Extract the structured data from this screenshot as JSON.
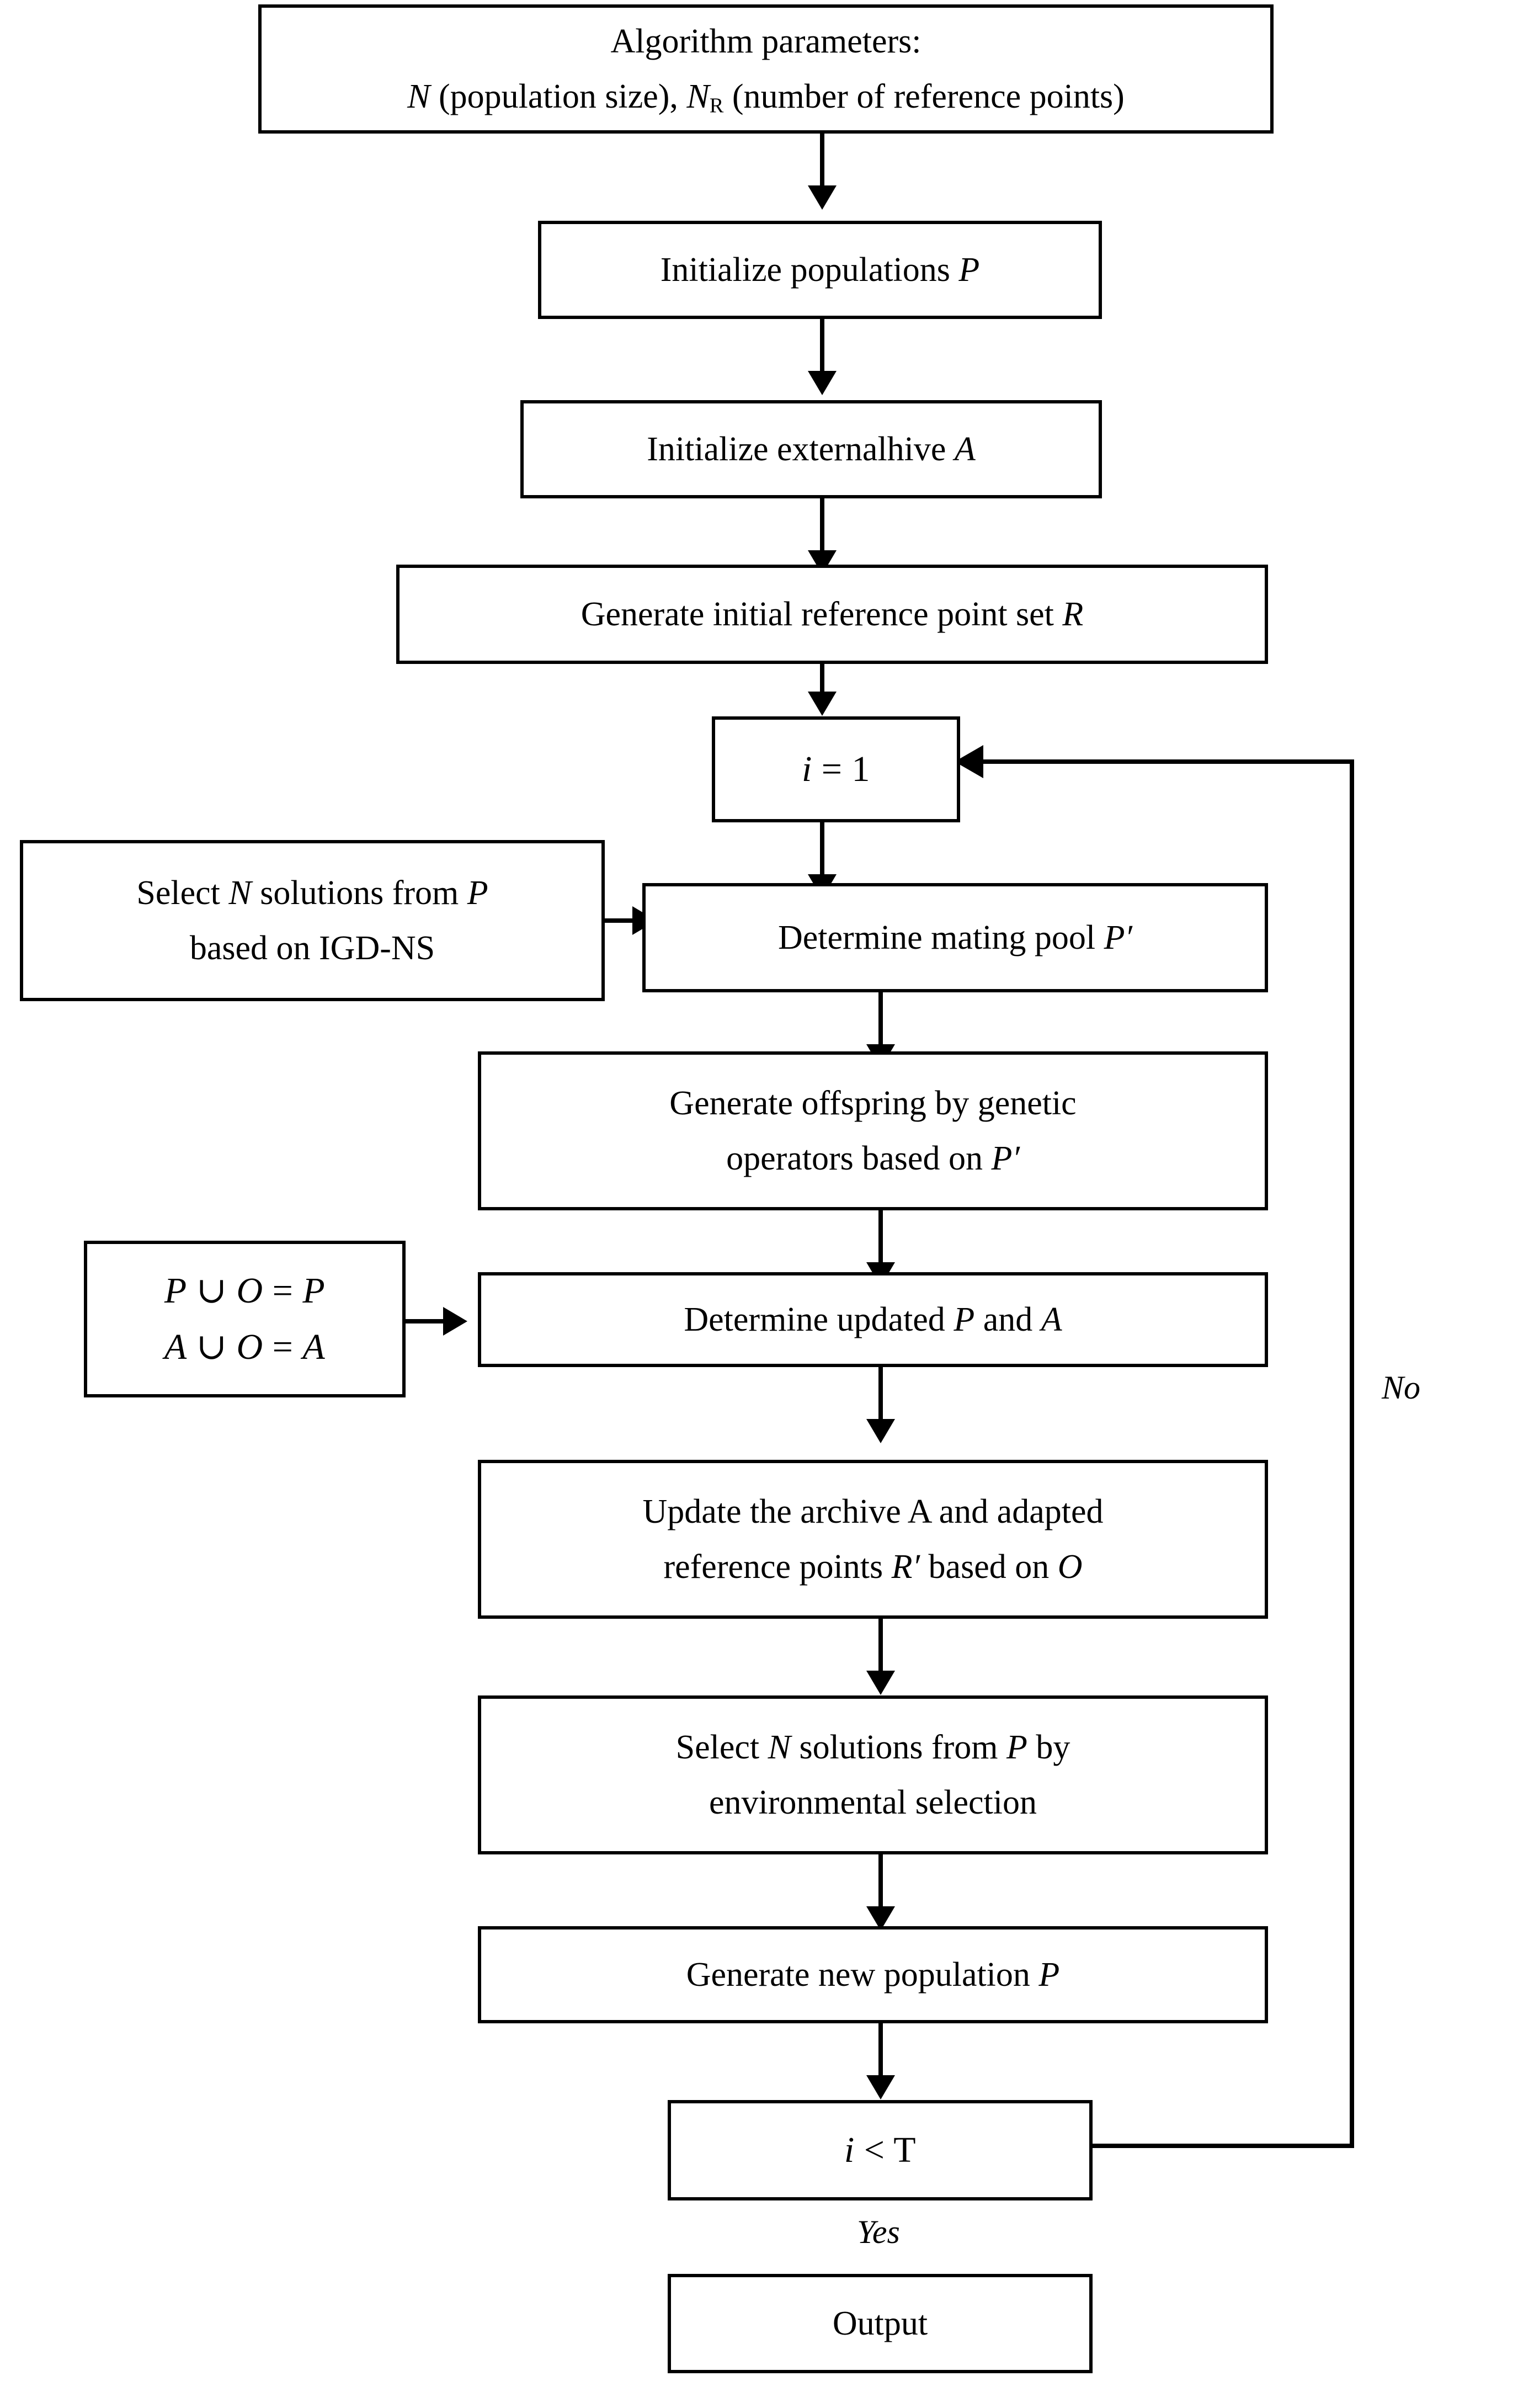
{
  "diagram": {
    "title": "Algorithm flowchart",
    "type": "flowchart",
    "background_color": "#ffffff",
    "line_color": "#000000"
  },
  "nodes": {
    "params": {
      "line1": "Algorithm parameters:",
      "line2_a": "N",
      "line2_b": " (population size), ",
      "line2_c": "N",
      "line2_sub": "R",
      "line2_d": " (number of reference points)"
    },
    "init_pop": {
      "a": "Initialize populations ",
      "b": "P"
    },
    "init_hive": {
      "a": "Initialize externalhive ",
      "b": "A"
    },
    "gen_ref": {
      "a": "Generate initial reference point set ",
      "b": "R"
    },
    "iter_init": {
      "a": "i",
      "b": " = 1"
    },
    "select_igd": {
      "l1a": "Select ",
      "l1b": "N",
      "l1c": " solutions from ",
      "l1d": "P",
      "l2": "based on IGD-NS"
    },
    "mating_pool": {
      "a": "Determine mating pool ",
      "b": "P′"
    },
    "offspring": {
      "l1": "Generate offspring by genetic",
      "l2a": "operators based on ",
      "l2b": "P′"
    },
    "union_eqs": {
      "l1a": "P",
      "l1op": "  ∪  ",
      "l1b": "O",
      "l1eq": " = ",
      "l1c": "P",
      "l2a": "A",
      "l2op": "  ∪  ",
      "l2b": "O",
      "l2eq": " = ",
      "l2c": "A"
    },
    "update_pa": {
      "a": "Determine updated ",
      "b": "P",
      "c": " and ",
      "d": "A"
    },
    "update_archive": {
      "l1": "Update the archive A and adapted",
      "l2a": "reference points ",
      "l2b": "R′",
      "l2c": " based on ",
      "l2d": "O"
    },
    "env_select": {
      "l1a": "Select ",
      "l1b": "N",
      "l1c": " solutions from ",
      "l1d": "P",
      "l1e": " by",
      "l2": "environmental selection"
    },
    "new_pop": {
      "a": "Generate new population ",
      "b": "P"
    },
    "condition": {
      "a": "i",
      "b": " < T"
    },
    "output": {
      "label": "Output"
    }
  },
  "edge_labels": {
    "no": "No",
    "yes": "Yes"
  }
}
